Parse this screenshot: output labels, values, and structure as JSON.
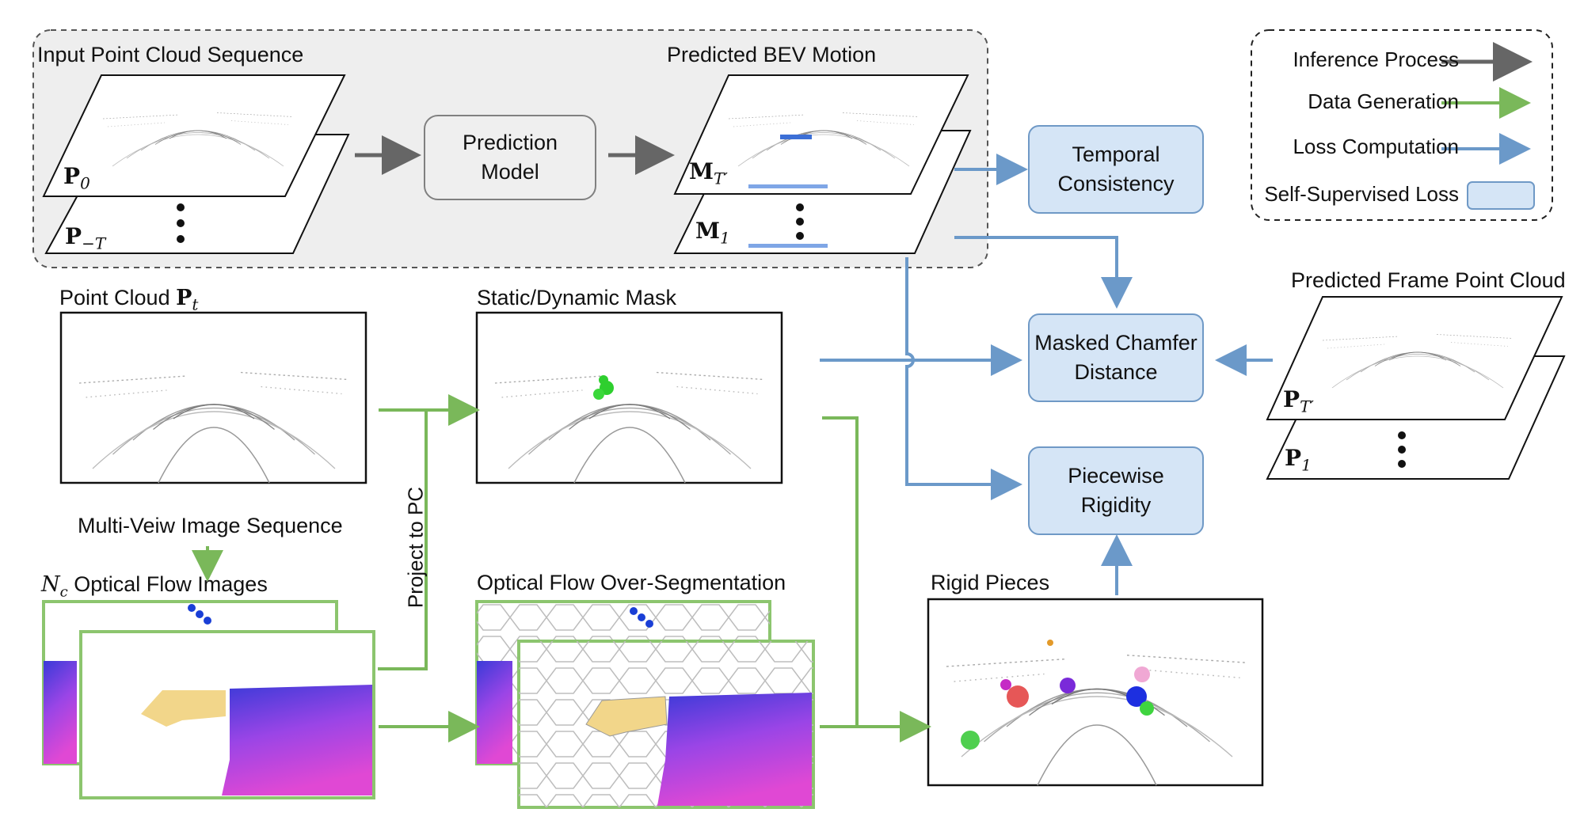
{
  "labels": {
    "input_seq": "Input Point Cloud Sequence",
    "predicted_bev": "Predicted BEV Motion",
    "point_cloud": "Point Cloud",
    "point_cloud_sym": "P",
    "point_cloud_sub": "t",
    "static_dynamic": "Static/Dynamic Mask",
    "multi_view": "Multi-Veiw Image Sequence",
    "optical_flow_images_prefix": "N",
    "optical_flow_images_prefix_sub": "c",
    "optical_flow_images": "Optical Flow Images",
    "over_segmentation": "Optical Flow Over-Segmentation",
    "rigid_pieces": "Rigid Pieces",
    "predicted_frame_pc": "Predicted Frame Point Cloud",
    "project_to_pc": "Project to PC"
  },
  "symbols": {
    "p0": {
      "base": "P",
      "sub": "0"
    },
    "pminusT": {
      "base": "P",
      "sub": "−T"
    },
    "mT": {
      "base": "M",
      "sub": "T′"
    },
    "m1": {
      "base": "M",
      "sub": "1"
    },
    "pT": {
      "base": "P",
      "sub": "T′"
    },
    "p1": {
      "base": "P",
      "sub": "1"
    }
  },
  "boxes": {
    "prediction_model_l1": "Prediction",
    "prediction_model_l2": "Model",
    "temporal_l1": "Temporal",
    "temporal_l2": "Consistency",
    "chamfer_l1": "Masked Chamfer",
    "chamfer_l2": "Distance",
    "rigidity_l1": "Piecewise",
    "rigidity_l2": "Rigidity"
  },
  "legend": {
    "inference": "Inference Process",
    "data_gen": "Data Generation",
    "loss_comp": "Loss Computation",
    "self_sup": "Self-Supervised Loss"
  },
  "colors": {
    "inference": "#666666",
    "data_gen": "#7ab85a",
    "loss_comp": "#6b99c9",
    "loss_box_fill": "#d5e5f6",
    "flow_blue": "#3a3ad8",
    "flow_purple": "#a040e0",
    "flow_magenta": "#e040d8",
    "flow_yellow": "#f2d68a"
  }
}
